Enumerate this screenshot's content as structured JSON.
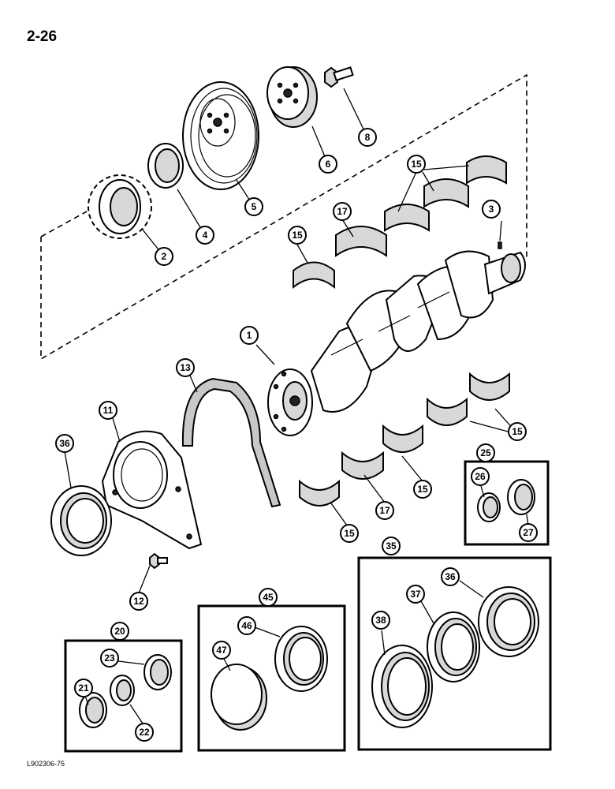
{
  "page_number": "2-26",
  "footer_code": "L902306-75",
  "callouts": {
    "c1": "1",
    "c2": "2",
    "c3": "3",
    "c4": "4",
    "c5": "5",
    "c6": "6",
    "c8": "8",
    "c11": "11",
    "c12": "12",
    "c13": "13",
    "c15a": "15",
    "c15b": "15",
    "c15c": "15",
    "c15d": "15",
    "c15e": "15",
    "c17a": "17",
    "c17b": "17",
    "c20": "20",
    "c21": "21",
    "c22": "22",
    "c23": "23",
    "c25": "25",
    "c26": "26",
    "c27": "27",
    "c35": "35",
    "c36a": "36",
    "c36b": "36",
    "c37": "37",
    "c38": "38",
    "c45": "45",
    "c46": "46",
    "c47": "47"
  }
}
